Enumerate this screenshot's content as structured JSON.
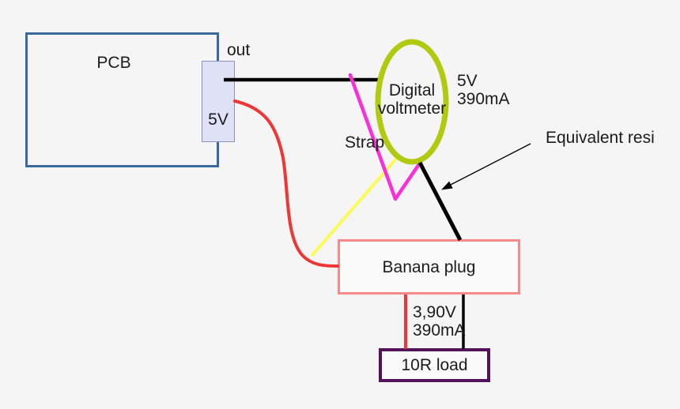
{
  "diagram": {
    "background_color": "#f5f5f5",
    "text_color": "#1b1b1b",
    "pcb": {
      "label": "PCB",
      "border_color": "#3a68a1"
    },
    "connector": {
      "label": "5V",
      "pin_label": "out",
      "fill_color": "#dfe1f7",
      "border_color": "#8b90c1"
    },
    "voltmeter": {
      "label": "Digital voltmeter",
      "reading": "5V\n390mA",
      "ring_color": "#b1ca10"
    },
    "strap": {
      "label": "Strap"
    },
    "equivalent_resistance": {
      "label": "Equivalent resi"
    },
    "banana_plug": {
      "label": "Banana plug",
      "border_color": "#fa8a8a"
    },
    "load": {
      "label": "10R load",
      "reading": "3,90V\n390mA",
      "border_color": "#521358"
    },
    "wires": {
      "black": "#000000",
      "red": "#ef3535",
      "yellow": "#fbfb58",
      "magenta": "#fb2fd8"
    }
  }
}
